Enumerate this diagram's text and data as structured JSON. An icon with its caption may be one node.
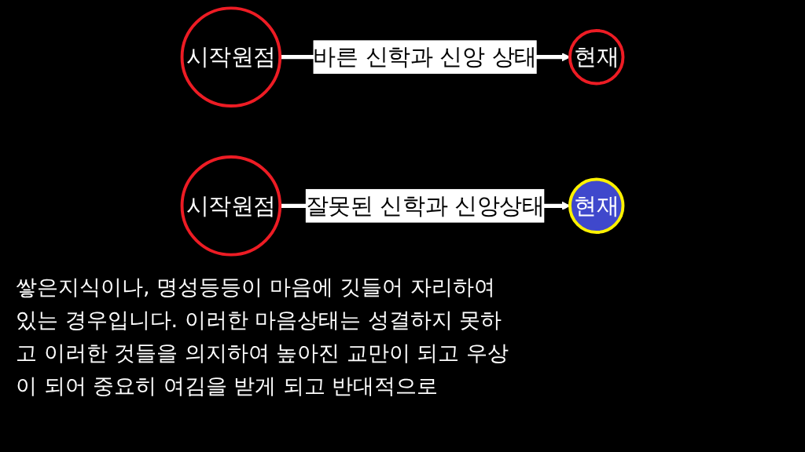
{
  "diagram": {
    "nodes": [
      {
        "text": [
          "시작원점"
        ]
      },
      {
        "text": [
          "현재"
        ]
      },
      {
        "text": [
          "시작원점"
        ]
      },
      {
        "text": [
          "현재"
        ]
      }
    ],
    "edges": [
      {
        "from": 0,
        "to": 1,
        "arrow": "to",
        "label": "바른 신학과 신앙 상태"
      },
      {
        "from": 2,
        "to": 3,
        "arrow": "to",
        "label": "잘못된 신학과 신앙상태"
      }
    ],
    "labels": [
      "쌓은지식이나, 명성등등이 마음에 깃들어 자리하여 있는 경우입니다. 이러한 마음상태는 성결하지 못하고 이러한 것들을 의지하여 높아진 교만이 되고 우상이 되어 중요히 여김을 받게 되고 반대적으로"
    ]
  }
}
